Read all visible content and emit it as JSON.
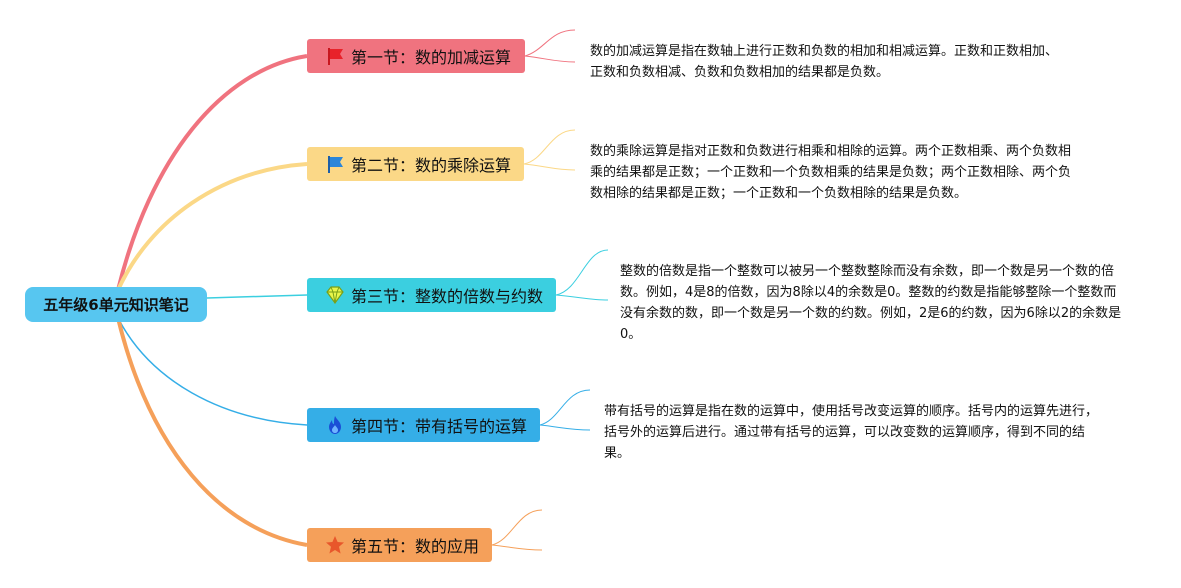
{
  "colors": {
    "root_bg": "#57c6f0",
    "red": "#f0737f",
    "yellow": "#fbd887",
    "cyan": "#3bcfe0",
    "blue": "#35aee7",
    "orange": "#f5a05a"
  },
  "root": {
    "title": "五年级6单元知识笔记"
  },
  "topics": [
    {
      "label": "第一节：数的加减运算",
      "icon": "red-flag-icon",
      "note": "数的加减运算是指在数轴上进行正数和负数的相加和相减运算。正数和正数相加、正数和负数相减、负数和负数相加的结果都是负数。"
    },
    {
      "label": "第二节：数的乘除运算",
      "icon": "blue-flag-icon",
      "note": "数的乘除运算是指对正数和负数进行相乘和相除的运算。两个正数相乘、两个负数相乘的结果都是正数；一个正数和一个负数相乘的结果是负数；两个正数相除、两个负数相除的结果都是正数；一个正数和一个负数相除的结果是负数。"
    },
    {
      "label": "第三节：整数的倍数与约数",
      "icon": "diamond-icon",
      "note": "整数的倍数是指一个整数可以被另一个整数整除而没有余数，即一个数是另一个数的倍数。例如，4是8的倍数，因为8除以4的余数是0。整数的约数是指能够整除一个整数而没有余数的数，即一个数是另一个数的约数。例如，2是6的约数，因为6除以2的余数是0。"
    },
    {
      "label": "第四节：带有括号的运算",
      "icon": "flame-icon",
      "note": "带有括号的运算是指在数的运算中，使用括号改变运算的顺序。括号内的运算先进行，括号外的运算后进行。通过带有括号的运算，可以改变数的运算顺序，得到不同的结果。"
    },
    {
      "label": "第五节：数的应用",
      "icon": "star-icon",
      "note": ""
    }
  ]
}
